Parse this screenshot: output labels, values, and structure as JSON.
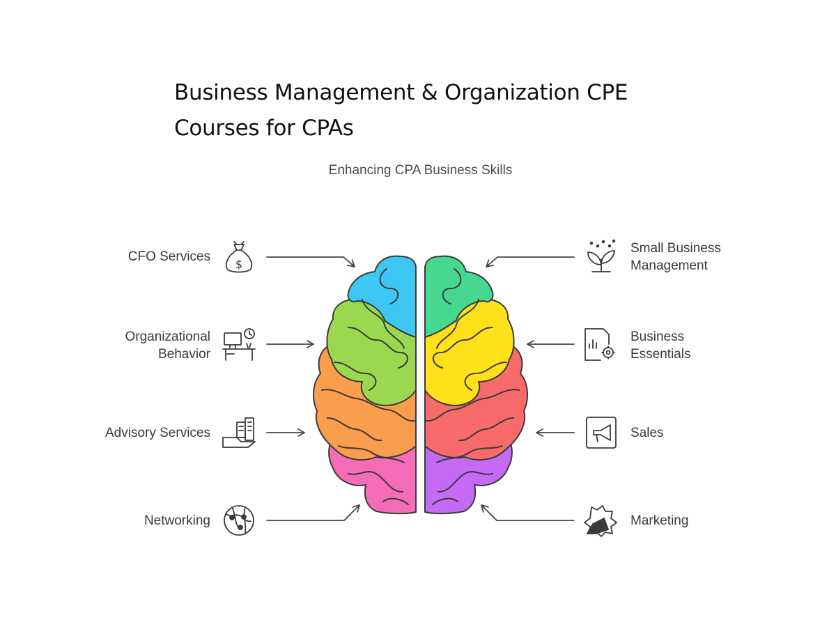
{
  "title": "Business Management & Organization CPE Courses for CPAs",
  "subtitle": "Enhancing CPA Business Skills",
  "left_items": [
    {
      "label": "CFO Services",
      "icon": "money-bag-icon",
      "color": "#3cc7f5"
    },
    {
      "label": "Organizational\nBehavior",
      "icon": "desk-clock-icon",
      "color": "#9bd84f"
    },
    {
      "label": "Advisory Services",
      "icon": "building-hand-icon",
      "color": "#fa9d4d"
    },
    {
      "label": "Networking",
      "icon": "globe-network-icon",
      "color": "#f46bb8"
    }
  ],
  "right_items": [
    {
      "label": "Small Business\nManagement",
      "icon": "sprout-icon",
      "color": "#46d88f"
    },
    {
      "label": "Business\nEssentials",
      "icon": "document-chart-gear-icon",
      "color": "#ffe11a"
    },
    {
      "label": "Sales",
      "icon": "megaphone-icon",
      "color": "#f96a6a"
    },
    {
      "label": "Marketing",
      "icon": "megaphone-burst-icon",
      "color": "#c46af4"
    }
  ]
}
